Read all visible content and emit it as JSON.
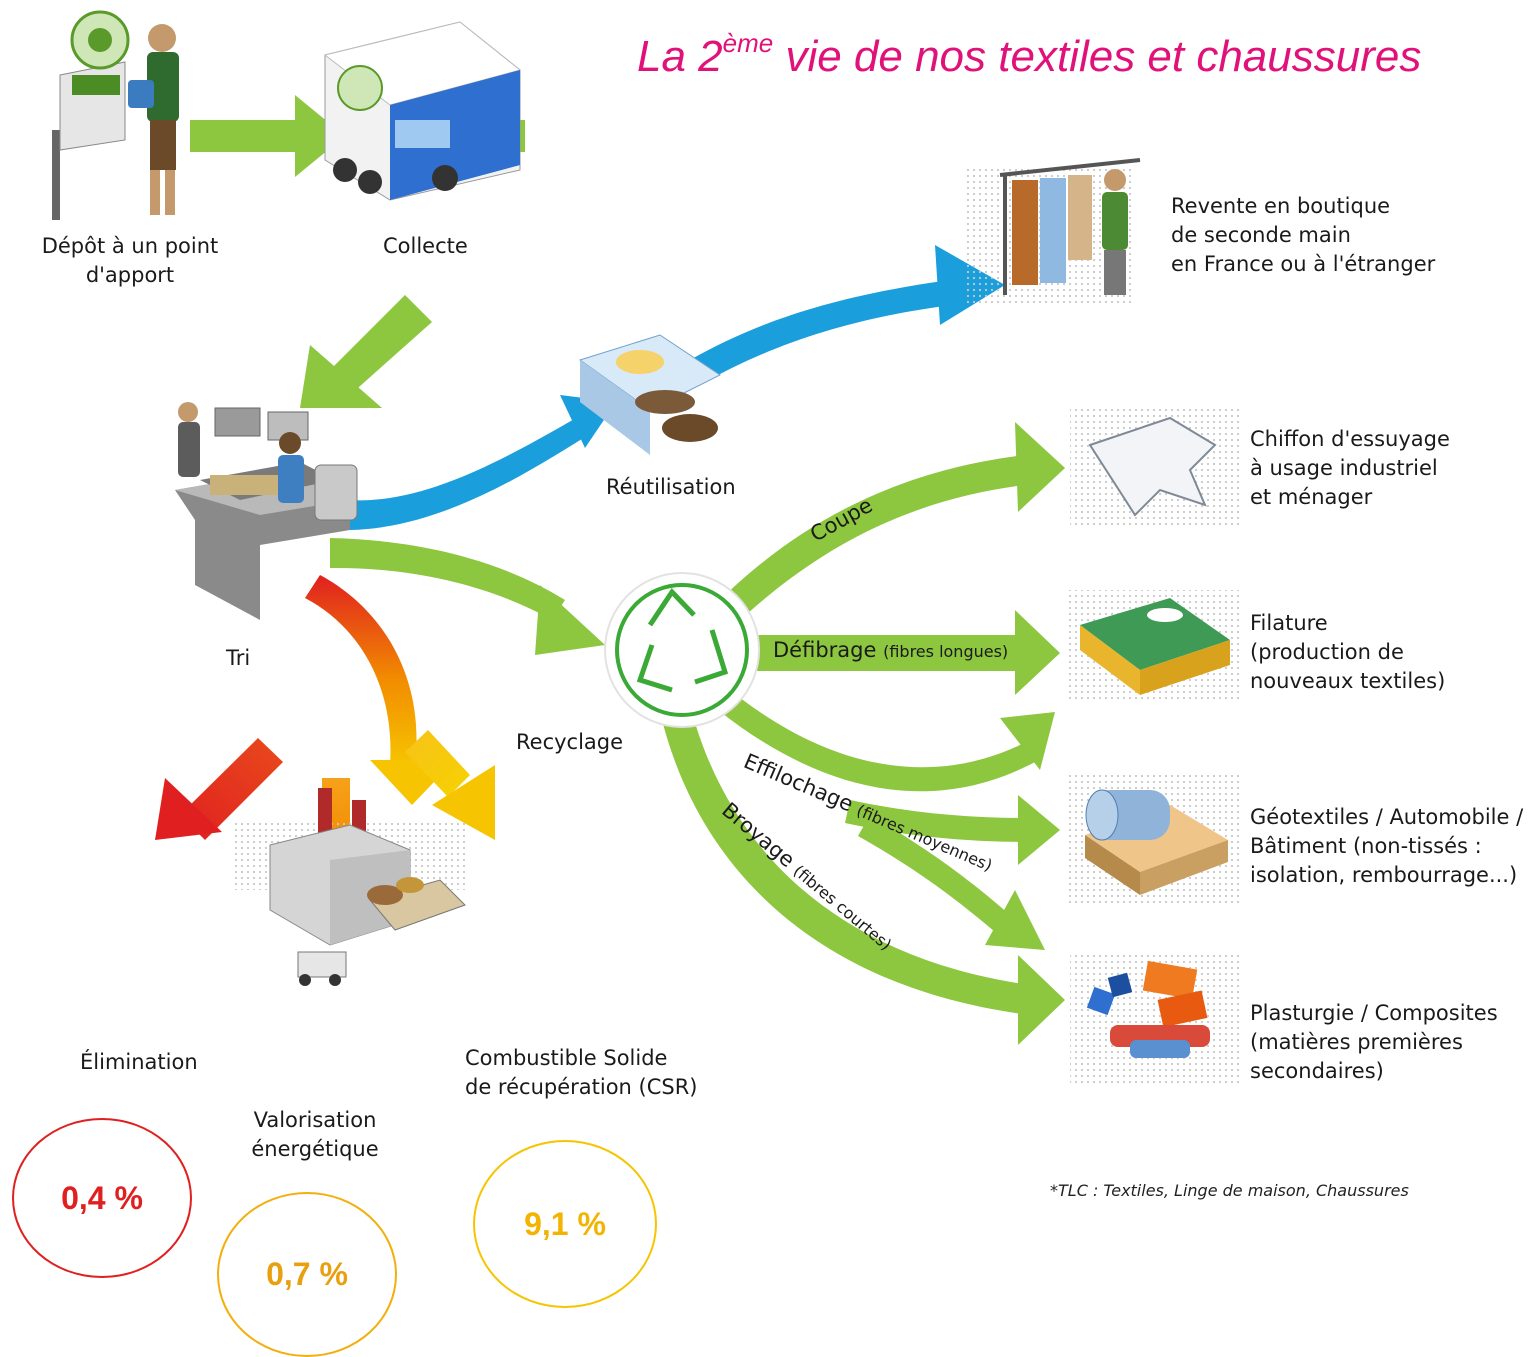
{
  "title": {
    "prefix": "La 2",
    "sup": "ème",
    "rest": " vie de nos textiles et chaussures"
  },
  "colors": {
    "green": "#8dc63f",
    "blue": "#1a9fdc",
    "red": "#e02020",
    "orange": "#f28c00",
    "yellow": "#f6c400",
    "title_pink": "#e0127a"
  },
  "steps": {
    "depot": "Dépôt à un point\nd'apport",
    "collecte": "Collecte",
    "tri": "Tri",
    "reutilisation": "Réutilisation",
    "recyclage": "Recyclage"
  },
  "outputs": {
    "revente": "Revente en boutique\nde seconde main\nen France ou à l'étranger",
    "chiffon": "Chiffon d'essuyage\nà usage industriel\net ménager",
    "filature": "Filature\n(production de\nnouveaux textiles)",
    "geotextiles": "Géotextiles / Automobile /\nBâtiment (non-tissés :\nisolation, rembourrage...)",
    "plasturgie": "Plasturgie / Composites\n(matières premières\nsecondaires)"
  },
  "processes": {
    "coupe": "Coupe",
    "defibrage": "Défibrage",
    "defibrage_sub": "(fibres longues)",
    "effilochage": "Effilochage",
    "effilochage_sub": "(fibres moyennes)",
    "broyage": "Broyage",
    "broyage_sub": "(fibres courtes)"
  },
  "energy": {
    "elimination": "Élimination",
    "valorisation": "Valorisation\nénergétique",
    "csr": "Combustible Solide\nde récupération (CSR)"
  },
  "percentages": {
    "elimination": "0,4 %",
    "valorisation": "0,7 %",
    "csr": "9,1 %"
  },
  "footnote": "*TLC : Textiles, Linge de maison, Chaussures",
  "icons": {
    "depot": "collection-point-person-icon",
    "collecte": "collection-truck-icon",
    "tri": "sorting-station-icon",
    "reutilisation": "folded-clothes-shoes-icon",
    "recyclage": "recycle-icon",
    "revente": "clothing-rack-shop-icon",
    "chiffon": "cloth-rag-icon",
    "filature": "folded-textile-icon",
    "geotextiles": "insulation-roll-icon",
    "plasturgie": "plastic-pellets-icon",
    "usine": "energy-plant-icon"
  }
}
